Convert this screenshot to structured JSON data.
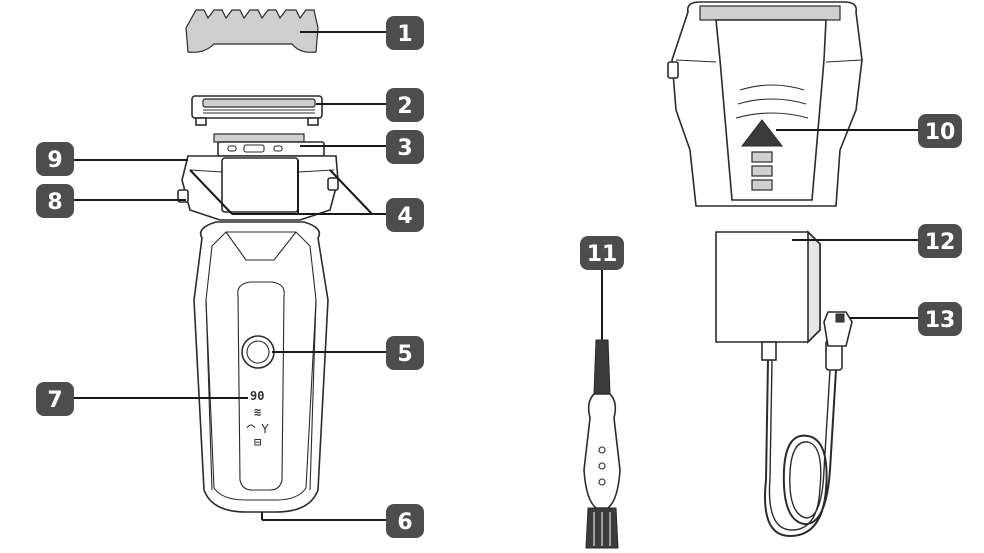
{
  "callouts": {
    "c1": "1",
    "c2": "2",
    "c3": "3",
    "c4": "4",
    "c5": "5",
    "c6": "6",
    "c7": "7",
    "c8": "8",
    "c9": "9",
    "c10": "10",
    "c11": "11",
    "c12": "12",
    "c13": "13"
  },
  "shaver_display": {
    "battery_value": "90",
    "mode_glyph": "≋",
    "lock_glyph": "⊟"
  },
  "colors": {
    "callout_fill": "#4d4d4d",
    "callout_text": "#ffffff",
    "line": "#2b2b2b",
    "shade": "#cfcfcf"
  }
}
